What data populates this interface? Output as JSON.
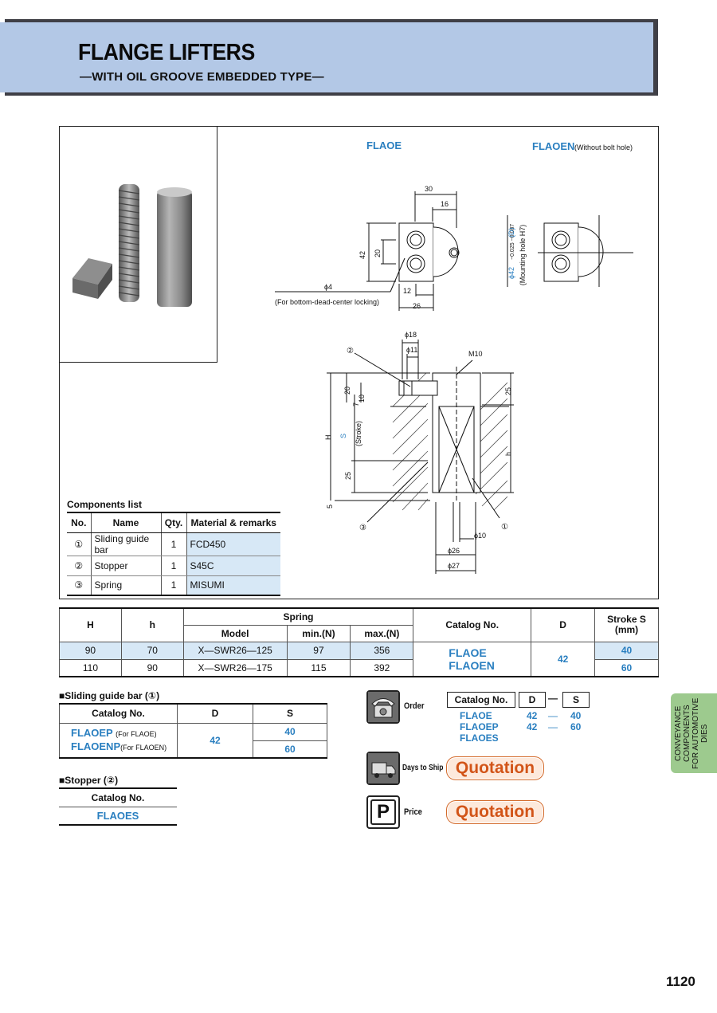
{
  "header": {
    "title": "FLANGE LIFTERS",
    "subtitle": "—WITH OIL GROOVE EMBEDDED TYPE—"
  },
  "drawing": {
    "label_flaoe": "FLAOE",
    "label_flaoen": "FLAOEN",
    "label_without_bolt": "(Without bolt hole)",
    "dim_30": "30",
    "dim_16": "16",
    "dim_42": "42",
    "dim_20": "20",
    "dim_12": "12",
    "dim_26": "26",
    "dim_phi4": "ϕ4",
    "note_bottom_dead_center": "(For bottom-dead-center locking)",
    "mounting_hole": "(Mounting hole H7)",
    "mounting_dim": "ϕ42",
    "mounting_tol": "−0.025 −0.087",
    "mounting_D": "(D)",
    "dim_phi18": "ϕ18",
    "dim_phi11": "ϕ11",
    "dim_m10": "M10",
    "dim_20b": "20",
    "dim_10": "10",
    "dim_7": "7",
    "dim_25a": "25",
    "dim_H": "H",
    "dim_S": "S",
    "dim_stroke": "(Stroke)",
    "dim_h": "h",
    "dim_25b": "25",
    "dim_5": "5",
    "dim_phi10": "ϕ10",
    "dim_phi26": "ϕ26",
    "dim_phi27": "ϕ27",
    "callout_1": "①",
    "callout_2": "②",
    "callout_3": "③"
  },
  "components": {
    "title": "Components list",
    "headers": [
      "No.",
      "Name",
      "Qty.",
      "Material & remarks"
    ],
    "rows": [
      {
        "no": "①",
        "name": "Sliding guide bar",
        "qty": "1",
        "material": "FCD450"
      },
      {
        "no": "②",
        "name": "Stopper",
        "qty": "1",
        "material": "S45C"
      },
      {
        "no": "③",
        "name": "Spring",
        "qty": "1",
        "material": "MISUMI"
      }
    ]
  },
  "spec": {
    "h_H": "H",
    "h_h": "h",
    "h_spring": "Spring",
    "h_model": "Model",
    "h_min": "min.(N)",
    "h_max": "max.(N)",
    "h_catalog": "Catalog No.",
    "h_D": "D",
    "h_stroke": "Stroke S",
    "h_stroke_unit": "(mm)",
    "rows": [
      {
        "H": "90",
        "h": "70",
        "model": "X—SWR26—125",
        "min": "97",
        "max": "356",
        "stroke": "40"
      },
      {
        "H": "110",
        "h": "90",
        "model": "X—SWR26—175",
        "min": "115",
        "max": "392",
        "stroke": "60"
      }
    ],
    "catalog_1": "FLAOE",
    "catalog_2": "FLAOEN",
    "D": "42"
  },
  "guide_bar": {
    "title": "■Sliding guide bar (①)",
    "headers": [
      "Catalog No.",
      "D",
      "S"
    ],
    "cat_1": "FLAOEP",
    "cat_1_note": "(For FLAOE)",
    "cat_2": "FLAOENP",
    "cat_2_note": "(For FLAOEN)",
    "D": "42",
    "S_1": "40",
    "S_2": "60"
  },
  "stopper": {
    "title": "■Stopper (②)",
    "header": "Catalog No.",
    "value": "FLAOES"
  },
  "order": {
    "label": "Order",
    "box_catalog": "Catalog No.",
    "box_D": "D",
    "dash": "—",
    "box_S": "S",
    "rows": [
      {
        "cat": "FLAOE",
        "D": "42",
        "dash": "—",
        "S": "40"
      },
      {
        "cat": "FLAOEP",
        "D": "42",
        "dash": "—",
        "S": "60"
      },
      {
        "cat": "FLAOES",
        "D": "",
        "dash": "",
        "S": ""
      }
    ]
  },
  "days_to_ship": {
    "label": "Days to Ship",
    "value": "Quotation"
  },
  "price": {
    "label": "Price",
    "icon_letter": "P",
    "value": "Quotation"
  },
  "side_tab": {
    "line1": "CONVEYANCE COMPONENTS",
    "line2": "FOR AUTOMOTIVE DIES"
  },
  "page_number": "1120"
}
